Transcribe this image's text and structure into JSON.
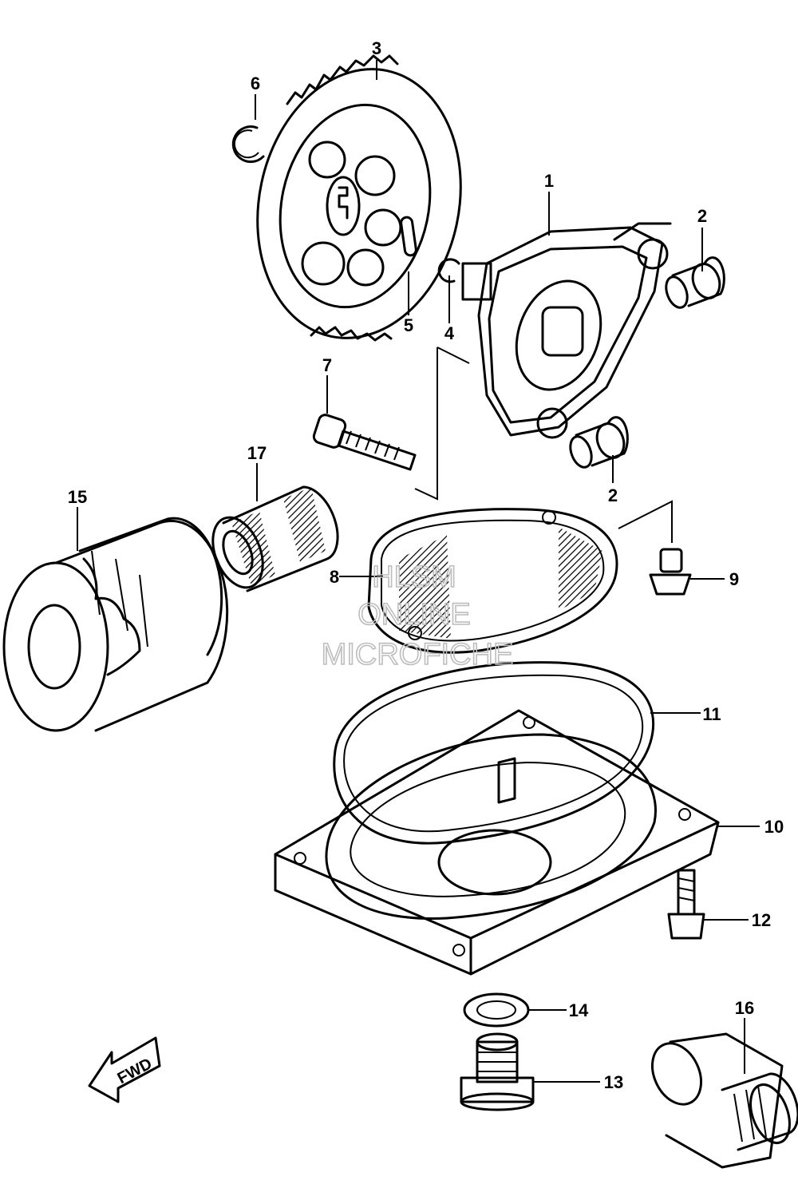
{
  "callouts": {
    "c1": "1",
    "c2a": "2",
    "c2b": "2",
    "c3": "3",
    "c4": "4",
    "c5": "5",
    "c6": "6",
    "c7": "7",
    "c8": "8",
    "c9": "9",
    "c10": "10",
    "c11": "11",
    "c12": "12",
    "c13": "13",
    "c14": "14",
    "c15": "15",
    "c16": "16",
    "c17": "17"
  },
  "watermark": {
    "line1": "HLSM",
    "line2": "ONLINE",
    "line3": "MICROFICHE"
  },
  "direction": {
    "label": "FWD"
  },
  "icons": {
    "arrow": "fwd-arrow-icon"
  },
  "colors": {
    "ink": "#000000",
    "watermark": "#bdbdbd",
    "background": "#ffffff"
  }
}
